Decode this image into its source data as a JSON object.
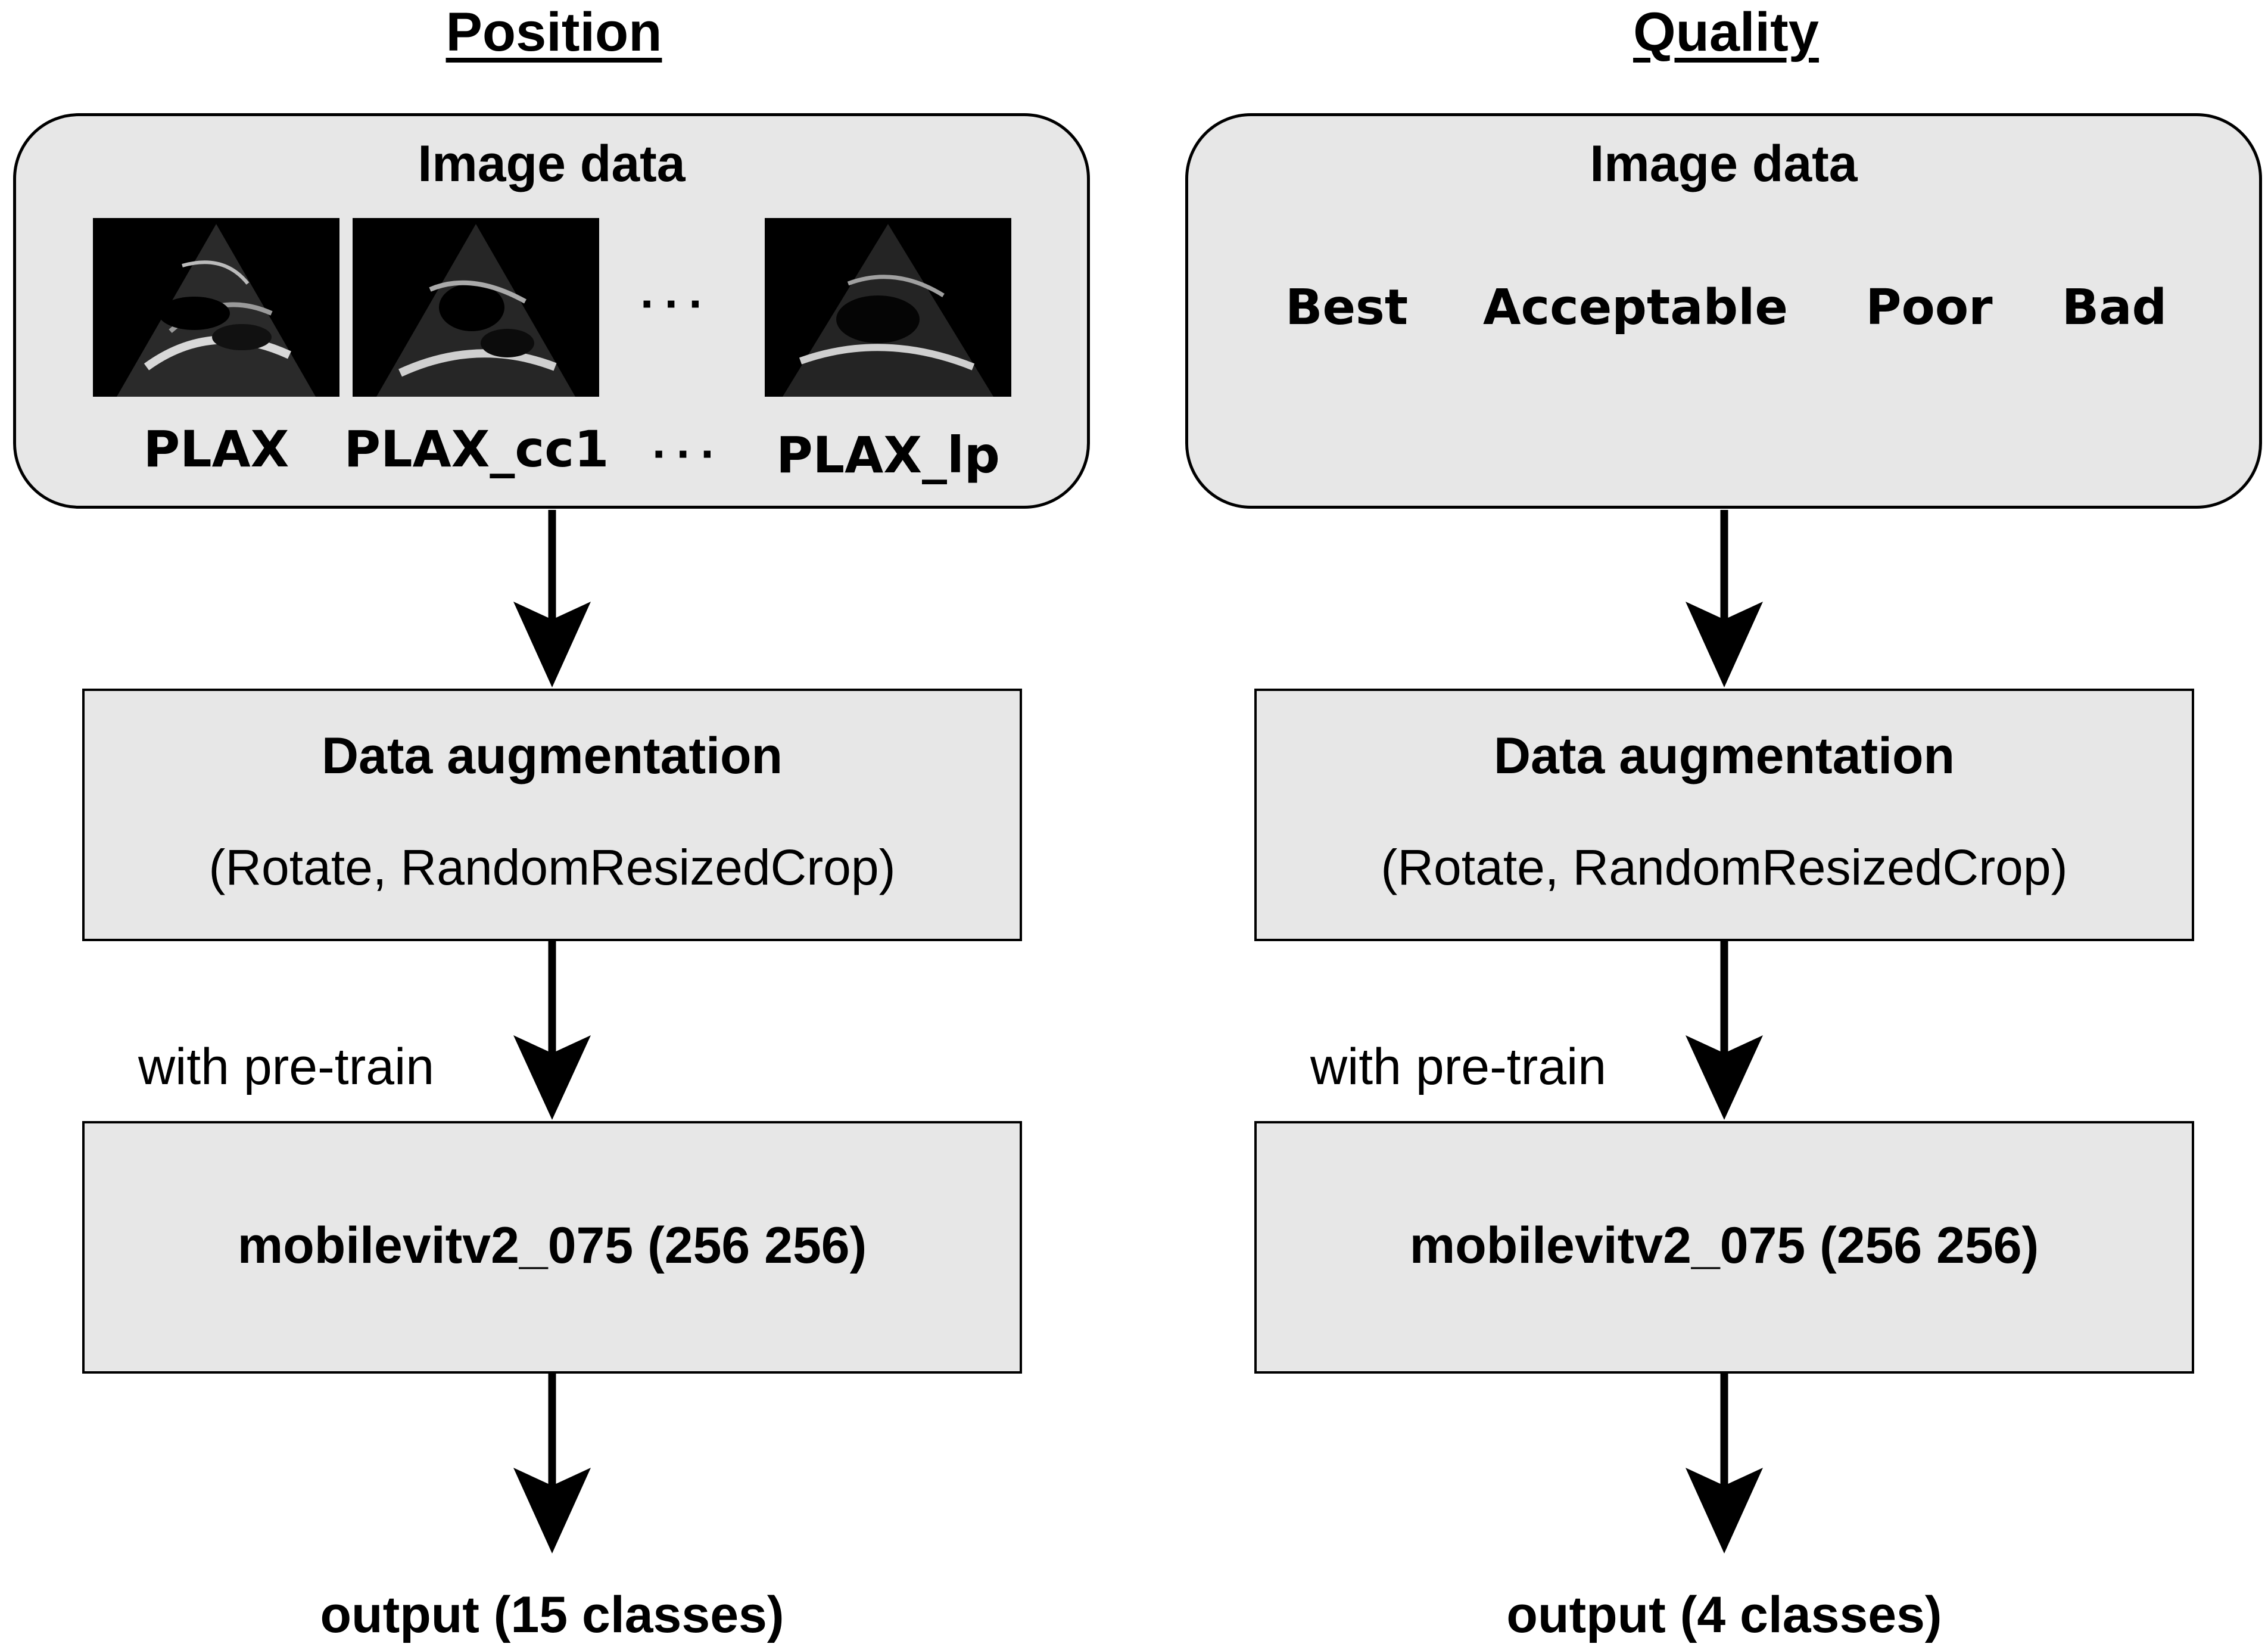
{
  "position": {
    "title": "Position",
    "image_box": {
      "heading": "Image data",
      "views": [
        "PLAX",
        "PLAX_cc1",
        "PLAX_lp"
      ],
      "ellipsis": "···"
    },
    "augmentation": {
      "heading": "Data augmentation",
      "detail": "(Rotate, RandomResizedCrop)"
    },
    "pretrain_label": "with pre-train",
    "model": "mobilevitv2_075 (256  256)",
    "output": "output (15 classes)"
  },
  "quality": {
    "title": "Quality",
    "image_box": {
      "heading": "Image data",
      "levels": [
        "Best",
        "Acceptable",
        "Poor",
        "Bad"
      ]
    },
    "augmentation": {
      "heading": "Data augmentation",
      "detail": "(Rotate, RandomResizedCrop)"
    },
    "pretrain_label": "with pre-train",
    "model": "mobilevitv2_075 (256  256)",
    "output": "output (4 classes)"
  },
  "colors": {
    "box_fill": "#e7e7e7",
    "stroke": "#000000"
  }
}
